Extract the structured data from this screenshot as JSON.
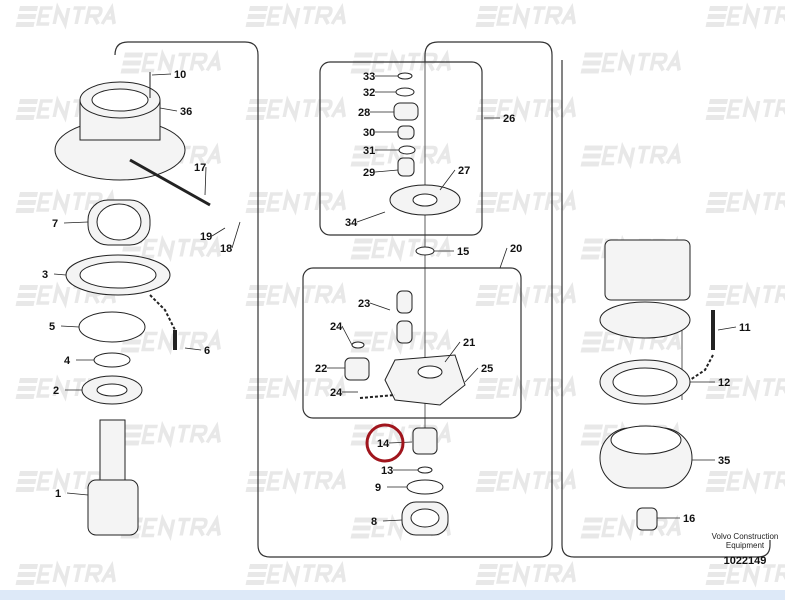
{
  "watermark": "ENTRA",
  "caption": {
    "line1": "Volvo Construction",
    "line2": "Equipment"
  },
  "drawing_number": "1022149",
  "highlight": {
    "label": "14",
    "color": "#a0151d"
  },
  "callouts": [
    "10",
    "36",
    "17",
    "7",
    "19",
    "18",
    "3",
    "5",
    "6",
    "4",
    "2",
    "1",
    "33",
    "32",
    "28",
    "30",
    "31",
    "29",
    "27",
    "26",
    "34",
    "15",
    "20",
    "23",
    "24",
    "21",
    "22",
    "25",
    "24",
    "14",
    "13",
    "9",
    "8",
    "11",
    "12",
    "35",
    "16"
  ]
}
